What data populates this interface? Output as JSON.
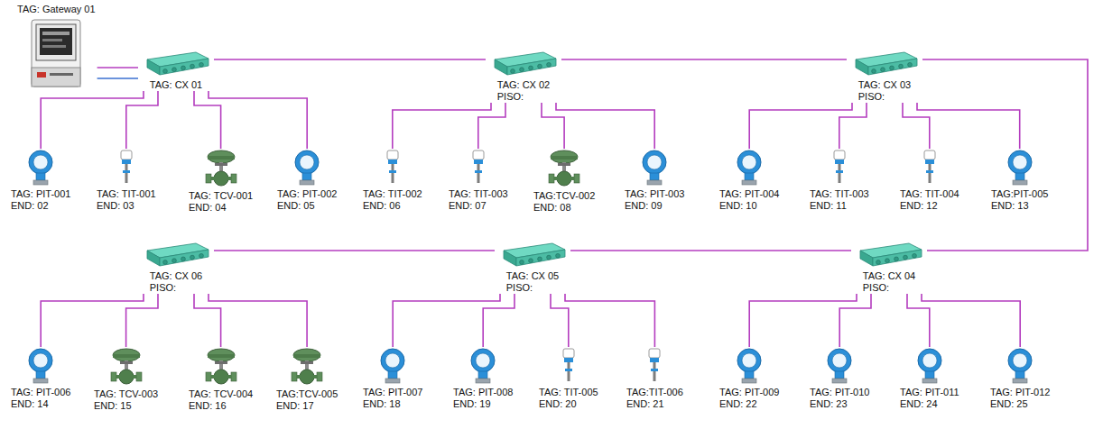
{
  "diagram": {
    "nodes": [
      {
        "text": [
          "TAG: Gateway 01"
        ]
      },
      {
        "text": [
          "TAG: CX 01"
        ]
      },
      {
        "text": [
          "TAG: PIT-001",
          "END: 02"
        ]
      },
      {
        "text": [
          "TAG: TIT-001",
          "END: 03"
        ]
      },
      {
        "text": [
          "TAG: TCV-001",
          "END: 04"
        ]
      },
      {
        "text": [
          "TAG: PIT-002",
          "END: 05"
        ]
      },
      {
        "text": [
          "TAG: CX 02",
          "PISO:"
        ]
      },
      {
        "text": [
          "TAG: TIT-002",
          "END: 06"
        ]
      },
      {
        "text": [
          "TAG: TIT-003",
          "END: 07"
        ]
      },
      {
        "text": [
          "TAG:TCV-002",
          "END: 08"
        ]
      },
      {
        "text": [
          "TAG: PIT-003",
          "END: 09"
        ]
      },
      {
        "text": [
          "TAG: CX 03",
          "PISO:"
        ]
      },
      {
        "text": [
          "TAG: PIT-004",
          "END: 10"
        ]
      },
      {
        "text": [
          "TAG: TIT-003",
          "END: 11"
        ]
      },
      {
        "text": [
          "TAG: TIT-004",
          "END: 12"
        ]
      },
      {
        "text": [
          "TAG:PIT-005",
          "END: 13"
        ]
      },
      {
        "text": [
          "TAG: CX 06",
          "PISO:"
        ]
      },
      {
        "text": [
          "TAG: PIT-006",
          "END: 14"
        ]
      },
      {
        "text": [
          "TAG: TCV-003",
          "END: 15"
        ]
      },
      {
        "text": [
          "TAG: TCV-004",
          "END: 16"
        ]
      },
      {
        "text": [
          "TAG:TCV-005",
          "END: 17"
        ]
      },
      {
        "text": [
          "TAG: CX 05",
          "PISO:"
        ]
      },
      {
        "text": [
          "TAG: PIT-007",
          "END: 18"
        ]
      },
      {
        "text": [
          "TAG: PIT-008",
          "END: 19"
        ]
      },
      {
        "text": [
          "TAG: TIT-005",
          "END: 20"
        ]
      },
      {
        "text": [
          "TAG:TIT-006",
          "END: 21"
        ]
      },
      {
        "text": [
          "TAG: CX 04",
          "PISO:"
        ]
      },
      {
        "text": [
          "TAG: PIT-009",
          "END: 22"
        ]
      },
      {
        "text": [
          "TAG: PIT-010",
          "END: 23"
        ]
      },
      {
        "text": [
          "TAG: PIT-011",
          "END: 24"
        ]
      },
      {
        "text": [
          "TAG: PIT-012",
          "END: 25"
        ]
      }
    ],
    "edges": [
      {
        "from": 0,
        "to": 1,
        "arrow": "none"
      },
      {
        "from": 0,
        "to": 1,
        "arrow": "none"
      },
      {
        "from": 1,
        "to": 6,
        "arrow": "none"
      },
      {
        "from": 6,
        "to": 11,
        "arrow": "none"
      },
      {
        "from": 11,
        "to": 26,
        "arrow": "none"
      },
      {
        "from": 26,
        "to": 21,
        "arrow": "none"
      },
      {
        "from": 21,
        "to": 16,
        "arrow": "none"
      },
      {
        "from": 1,
        "to": 2,
        "arrow": "none"
      },
      {
        "from": 1,
        "to": 3,
        "arrow": "none"
      },
      {
        "from": 1,
        "to": 4,
        "arrow": "none"
      },
      {
        "from": 1,
        "to": 5,
        "arrow": "none"
      },
      {
        "from": 6,
        "to": 7,
        "arrow": "none"
      },
      {
        "from": 6,
        "to": 8,
        "arrow": "none"
      },
      {
        "from": 6,
        "to": 9,
        "arrow": "none"
      },
      {
        "from": 6,
        "to": 10,
        "arrow": "none"
      },
      {
        "from": 11,
        "to": 12,
        "arrow": "none"
      },
      {
        "from": 11,
        "to": 13,
        "arrow": "none"
      },
      {
        "from": 11,
        "to": 14,
        "arrow": "none"
      },
      {
        "from": 11,
        "to": 15,
        "arrow": "none"
      },
      {
        "from": 16,
        "to": 17,
        "arrow": "none"
      },
      {
        "from": 16,
        "to": 18,
        "arrow": "none"
      },
      {
        "from": 16,
        "to": 19,
        "arrow": "none"
      },
      {
        "from": 16,
        "to": 20,
        "arrow": "none"
      },
      {
        "from": 21,
        "to": 22,
        "arrow": "none"
      },
      {
        "from": 21,
        "to": 23,
        "arrow": "none"
      },
      {
        "from": 21,
        "to": 24,
        "arrow": "none"
      },
      {
        "from": 21,
        "to": 25,
        "arrow": "none"
      },
      {
        "from": 26,
        "to": 27,
        "arrow": "none"
      },
      {
        "from": 26,
        "to": 28,
        "arrow": "none"
      },
      {
        "from": 26,
        "to": 29,
        "arrow": "none"
      },
      {
        "from": 26,
        "to": 30,
        "arrow": "none"
      }
    ]
  }
}
